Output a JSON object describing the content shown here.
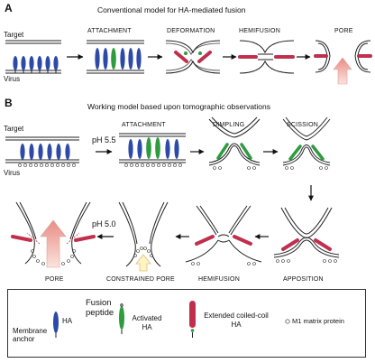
{
  "panel_a": {
    "letter": "A",
    "title": "Conventional model for HA-mediated fusion",
    "target_label": "Target",
    "virus_label": "Virus",
    "stages": [
      "ATTACHMENT",
      "DEFORMATION",
      "HEMIFUSION",
      "PORE"
    ]
  },
  "panel_b": {
    "letter": "B",
    "title": "Working model based upon tomographic observations",
    "target_label": "Target",
    "virus_label": "Virus",
    "ph_attach": "pH 5.5",
    "ph_pore": "pH 5.0",
    "stages_top": [
      "ATTACHMENT",
      "DIMPLING",
      "SCISSION"
    ],
    "stages_bottom": [
      "PORE",
      "CONSTRAINED PORE",
      "HEMIFUSION",
      "APPOSITION"
    ]
  },
  "legend": {
    "membrane_anchor": "Membrane anchor",
    "ha": "HA",
    "fusion_peptide": "Fusion peptide",
    "activated_ha": "Activated HA",
    "extended_ha": "Extended coiled-coil HA",
    "m1": "M1 matrix protein"
  },
  "colors": {
    "ha_blue": "#2d4aa8",
    "activated_green": "#2f9b3f",
    "extended_red": "#c0304e",
    "arrow_pink": "#f2b8b0"
  }
}
